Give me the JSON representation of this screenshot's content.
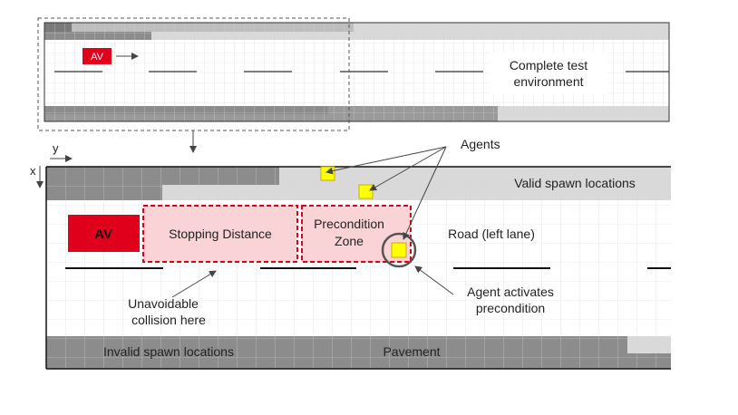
{
  "top_panel": {
    "av_label": "AV",
    "title_line1": "Complete test",
    "title_line2": "environment"
  },
  "axes": {
    "y_label": "y",
    "x_label": "x"
  },
  "main_panel": {
    "av_label": "AV",
    "stopping_distance": "Stopping Distance",
    "precondition_line1": "Precondition",
    "precondition_line2": "Zone",
    "road_label": "Road (left lane)",
    "valid_spawn": "Valid spawn locations",
    "invalid_spawn": "Invalid spawn locations",
    "pavement": "Pavement"
  },
  "callouts": {
    "agents": "Agents",
    "unavoidable_line1": "Unavoidable",
    "unavoidable_line2": "collision here",
    "activates_line1": "Agent activates",
    "activates_line2": "precondition"
  },
  "colors": {
    "av": "#e0001b",
    "agent": "#ffff00",
    "zone_fill": "#f9d3d6",
    "zone_border": "#e0001b",
    "dark_gray": "#8c8c8c",
    "light_gray": "#d9d9d9",
    "grid": "#d8d8d8"
  }
}
